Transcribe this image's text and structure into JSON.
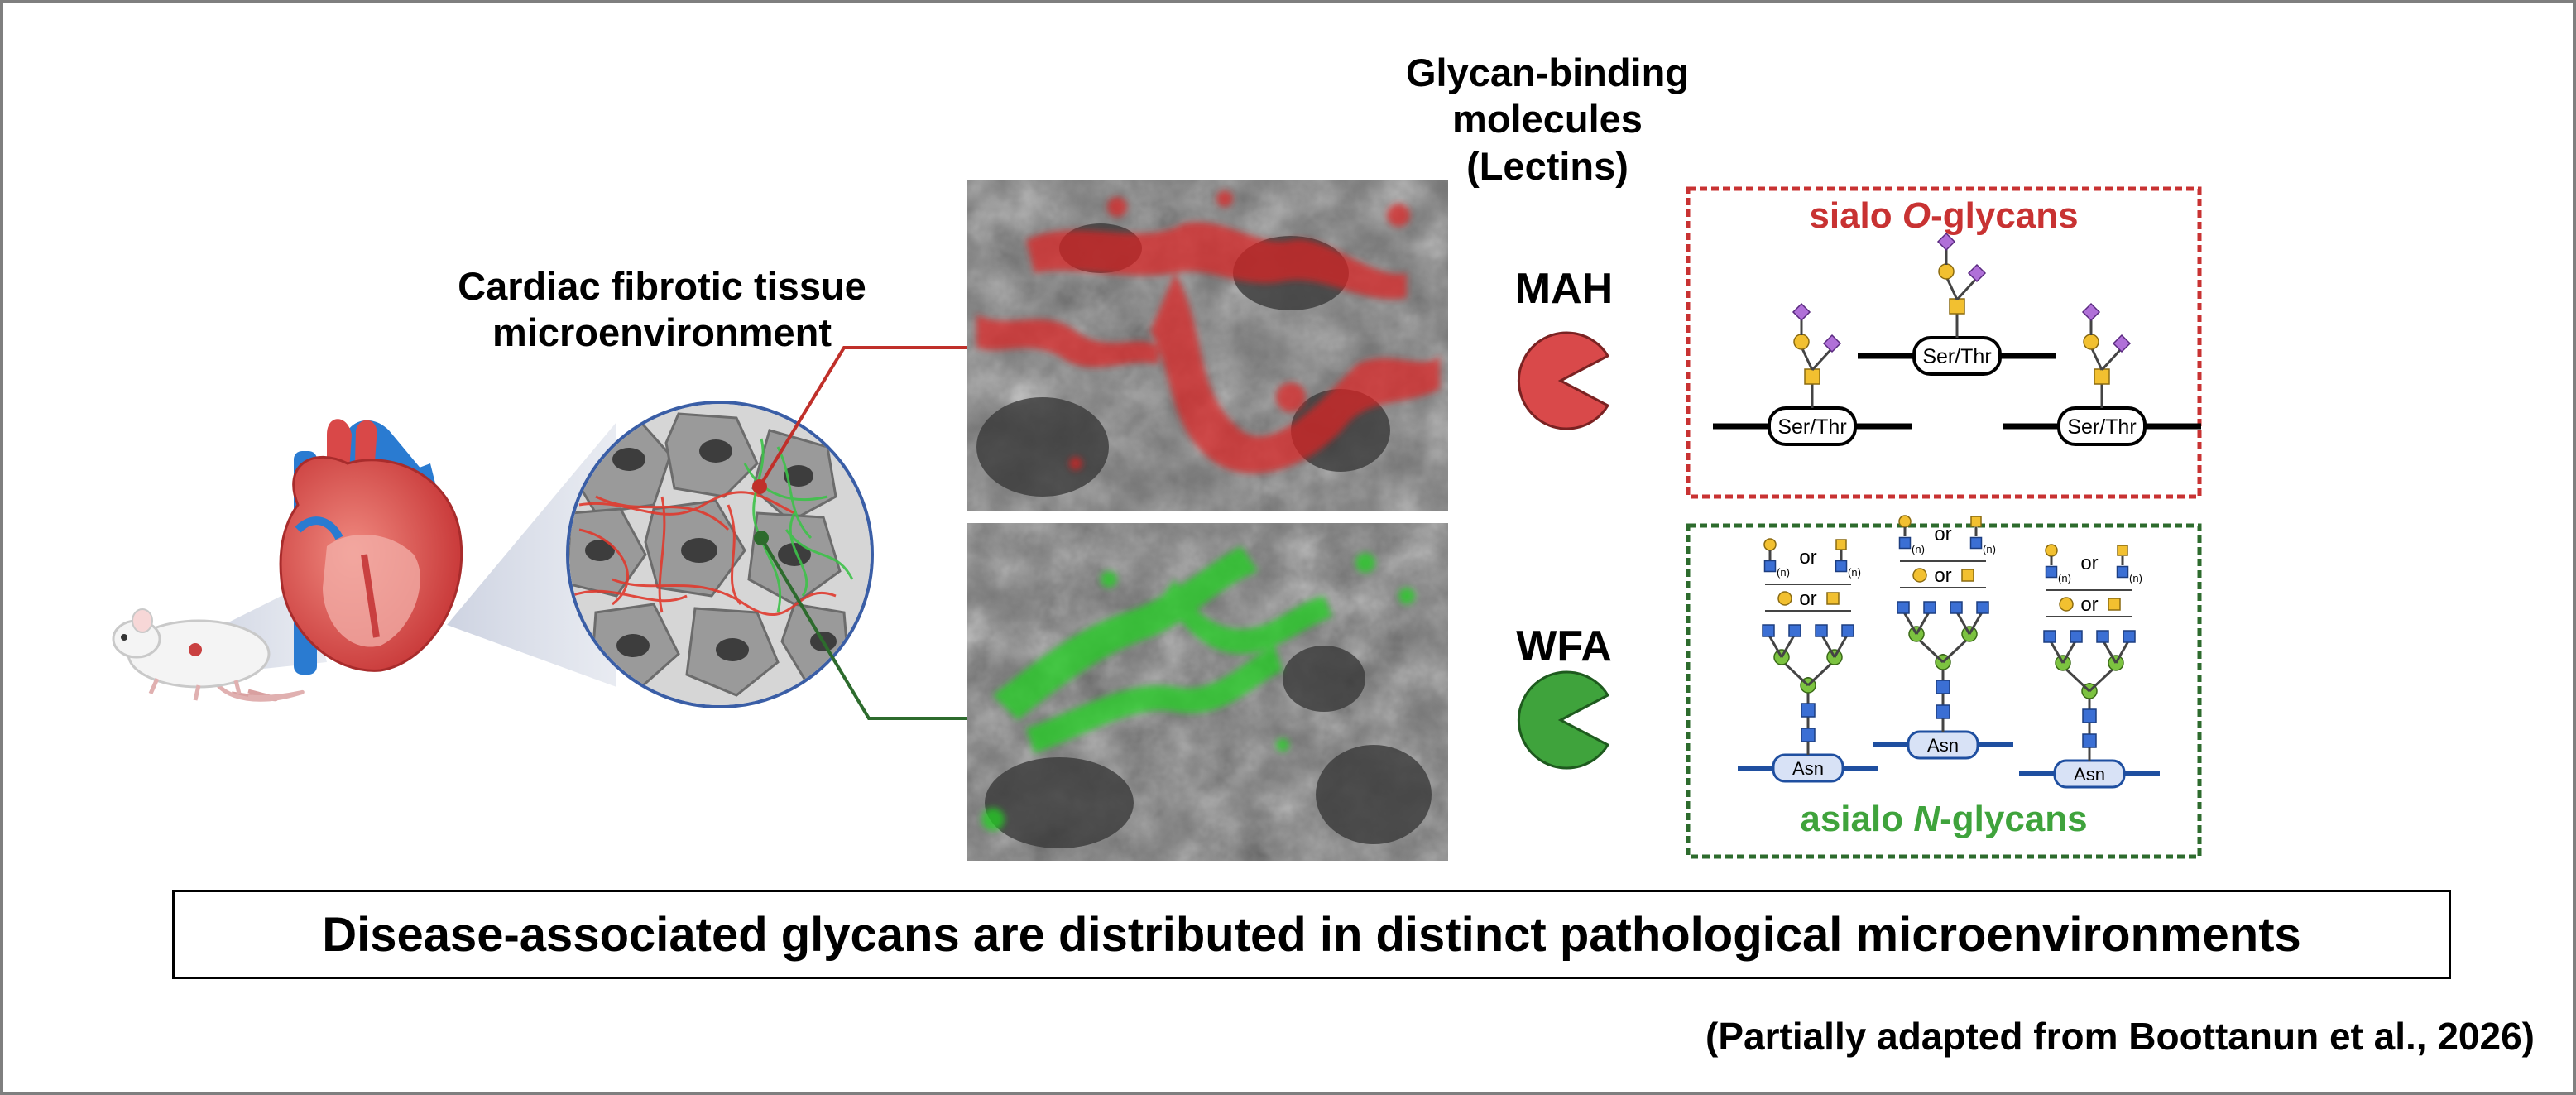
{
  "diagram": {
    "tissue_label": "Cardiac fibrotic tissue microenvironment",
    "tissue_label_line1": "Cardiac fibrotic tissue",
    "tissue_label_line2": "microenvironment",
    "lectin_header_line1": "Glycan-binding",
    "lectin_header_line2": "molecules",
    "lectin_header_line3": "(Lectins)",
    "lectins": [
      {
        "name": "MAH",
        "color": "#d9494a",
        "stain_color": "#e02020"
      },
      {
        "name": "WFA",
        "color": "#3fa33c",
        "stain_color": "#22d022"
      }
    ],
    "glycan_groups": [
      {
        "title_prefix": "sialo ",
        "title_italic": "O",
        "title_suffix": "-glycans",
        "color": "#c83232",
        "anchor": "Ser/Thr"
      },
      {
        "title_prefix": "asialo ",
        "title_italic": "N",
        "title_suffix": "-glycans",
        "color": "#3fa33c",
        "anchor": "Asn"
      }
    ],
    "or_label": "or",
    "n_label": "(n)",
    "caption": "Disease-associated glycans are distributed in distinct pathological microenvironments",
    "credit": "(Partially adapted from Boottanun et al., 2026)",
    "colors": {
      "galactose": "#f2c030",
      "glcnac": "#3b6fd4",
      "sialic_acid": "#b070d8",
      "mannose": "#7cc340",
      "heart_red": "#d94848",
      "vessel_blue": "#2a7bd1"
    }
  }
}
